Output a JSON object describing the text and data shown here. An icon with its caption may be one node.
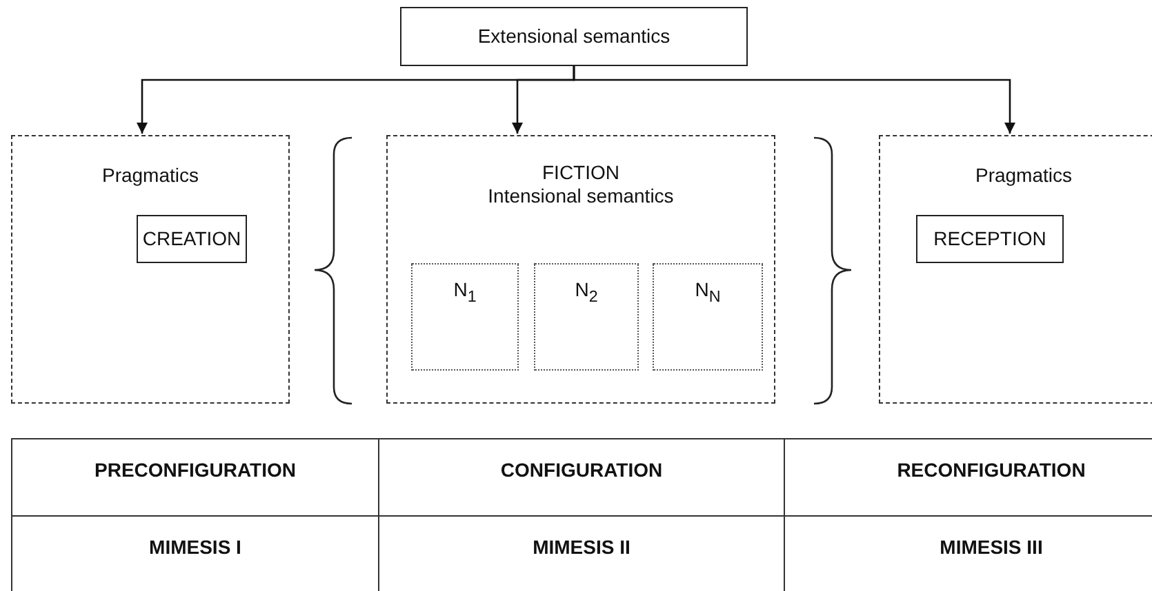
{
  "diagram": {
    "nodes": [
      {
        "text": [
          "Extensional semantics"
        ]
      },
      {
        "text": [
          "Pragmatics"
        ]
      },
      {
        "text": [
          "CREATION"
        ],
        "in": 1
      },
      {
        "text": [
          "FICTION",
          "Intensional semantics"
        ]
      },
      {
        "text": [
          "N$_{1}$"
        ],
        "in": 3
      },
      {
        "text": [
          "N$_{2}$"
        ],
        "in": 3
      },
      {
        "text": [
          "N$_{N}$"
        ],
        "in": 3
      },
      {
        "text": [
          "Pragmatics"
        ]
      },
      {
        "text": [
          "RECEPTION"
        ],
        "in": 7
      }
    ],
    "edges": [
      {
        "from": 0,
        "to": 1,
        "arrow": "to"
      },
      {
        "from": 0,
        "to": 3,
        "arrow": "to"
      },
      {
        "from": 0,
        "to": 7,
        "arrow": "to"
      }
    ],
    "labels": [
      "PRECONFIGURATION",
      "CONFIGURATION",
      "RECONFIGURATION",
      "MIMESIS I",
      "MIMESIS II",
      "MIMESIS III"
    ]
  }
}
